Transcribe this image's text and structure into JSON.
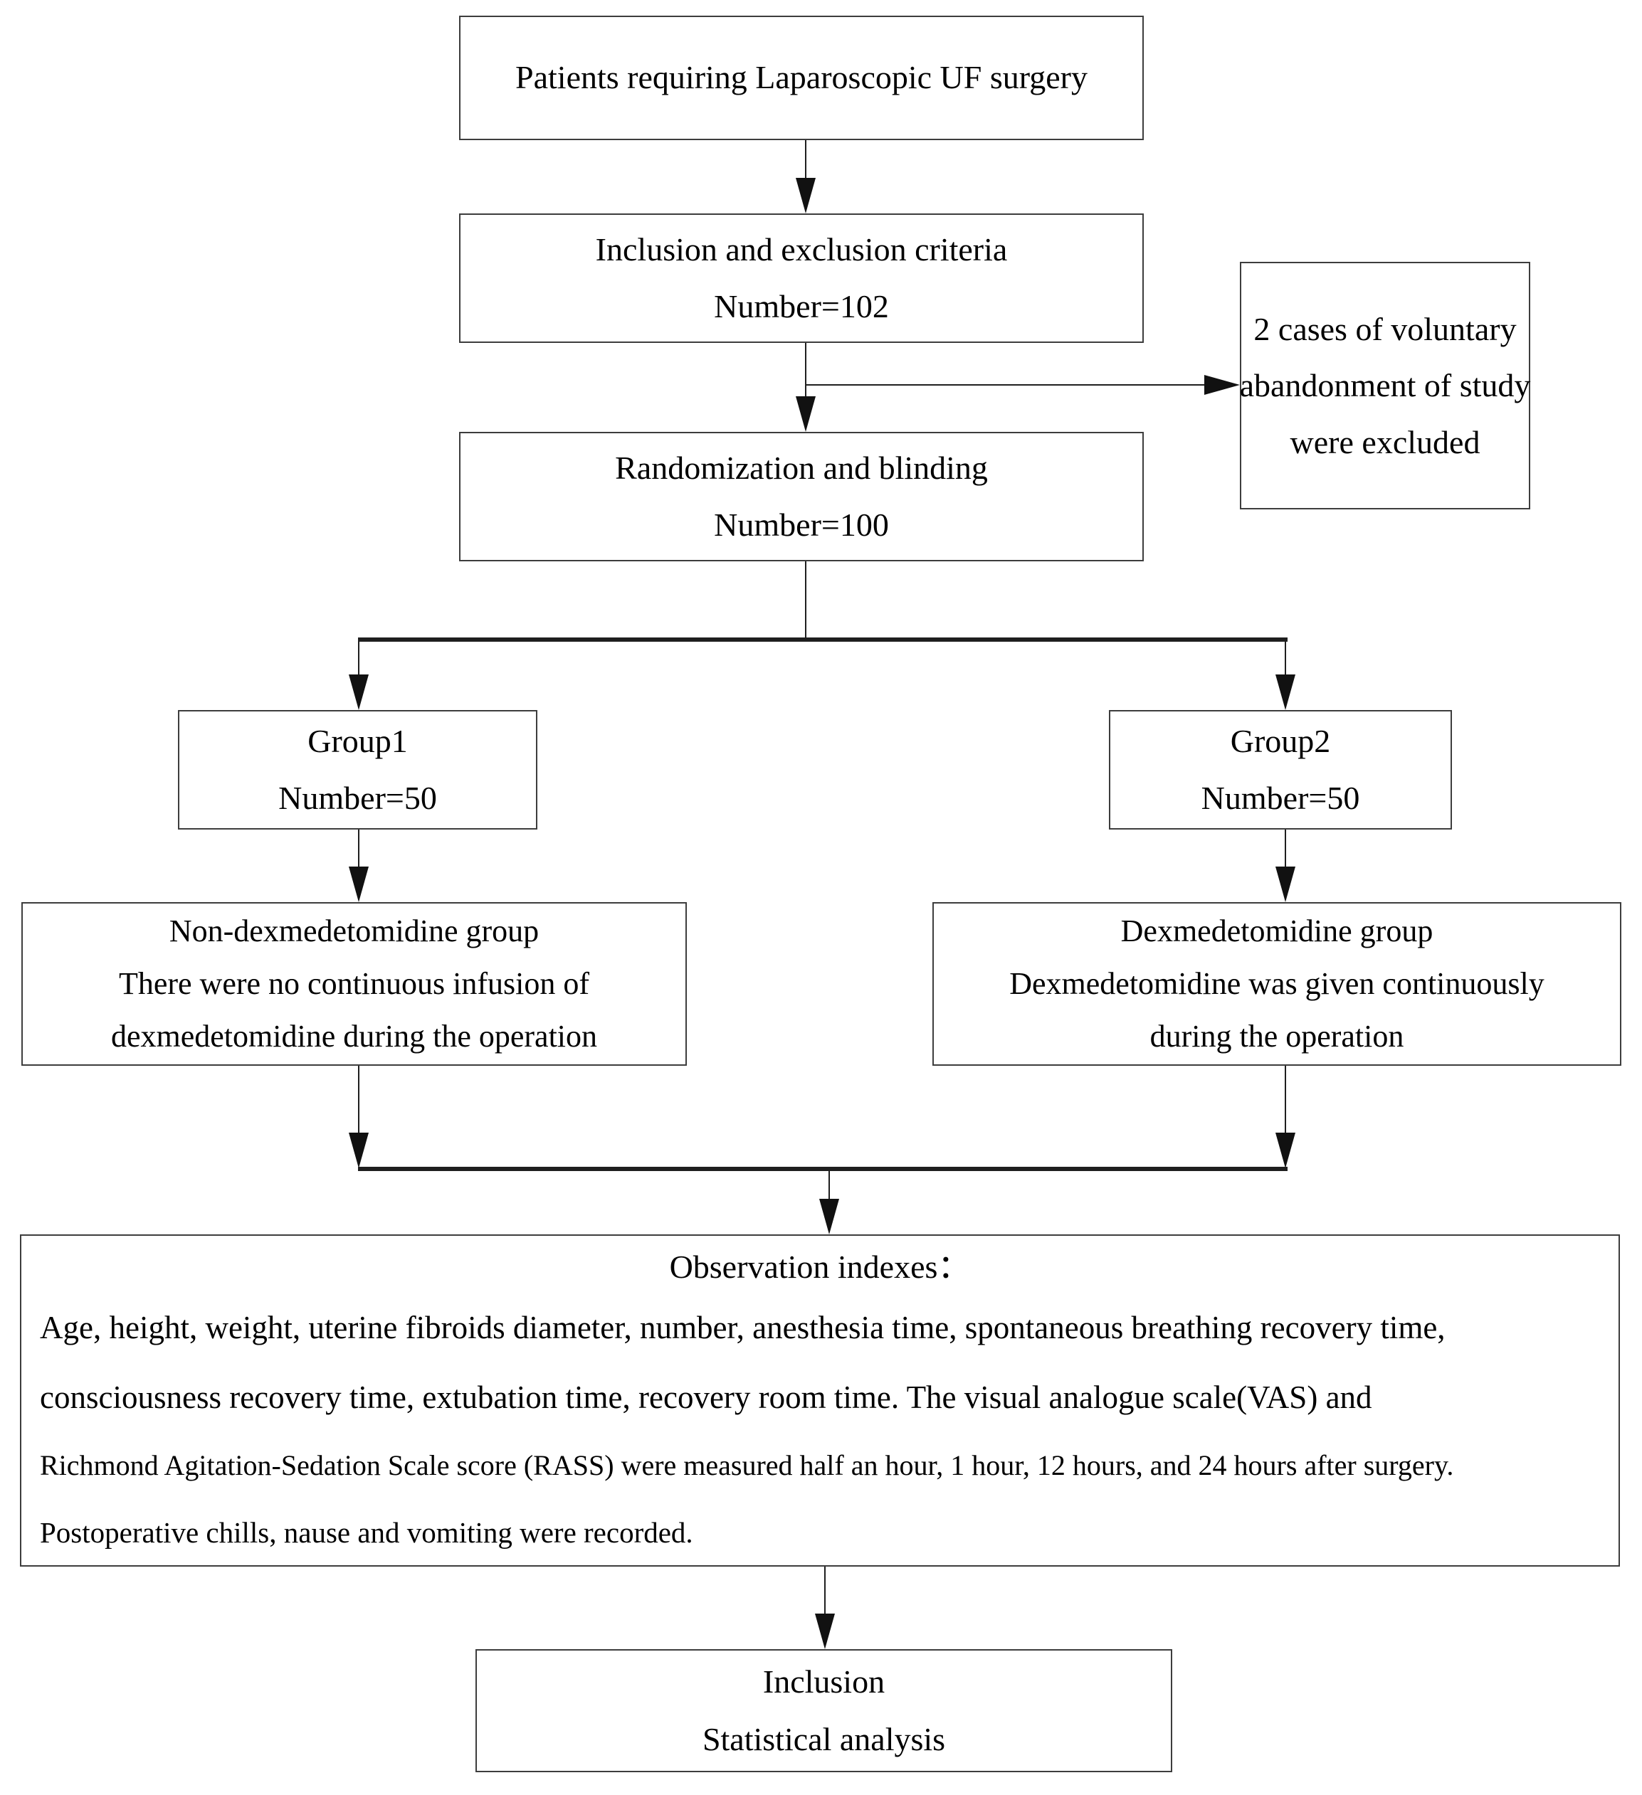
{
  "figure": {
    "type": "flowchart",
    "colors": {
      "ink": "#000000",
      "box_border": "#3d3d3d",
      "connector": "#1f1f1f",
      "background": "#ffffff"
    },
    "boxes": {
      "patients": {
        "line1": "Patients requiring Laparoscopic UF surgery"
      },
      "criteria": {
        "line1": "Inclusion and exclusion criteria",
        "line2": "Number=102"
      },
      "excluded": {
        "line1": "2 cases of voluntary",
        "line2": "abandonment of study",
        "line3": "were excluded"
      },
      "randomization": {
        "line1": "Randomization and blinding",
        "line2": "Number=100"
      },
      "group1": {
        "line1": "Group1",
        "line2": "Number=50"
      },
      "group2": {
        "line1": "Group2",
        "line2": "Number=50"
      },
      "nondex": {
        "line1": "Non-dexmedetomidine group",
        "line2": "There were no continuous infusion of",
        "line3": "dexmedetomidine during the operation"
      },
      "dex": {
        "line1": "Dexmedetomidine group",
        "line2": "Dexmedetomidine was given continuously",
        "line3": "during the operation"
      },
      "observation": {
        "title": "Observation indexes：",
        "line1": "Age, height, weight, uterine fibroids diameter, number, anesthesia time, spontaneous breathing recovery time,",
        "line2": "consciousness recovery time, extubation time, recovery room time. The visual analogue scale(VAS) and",
        "line3": "Richmond Agitation-Sedation Scale score (RASS) were measured half an hour, 1 hour, 12 hours, and 24 hours after surgery.",
        "line4": "Postoperative chills, nause and vomiting were recorded."
      },
      "final": {
        "line1": "Inclusion",
        "line2": "Statistical analysis"
      }
    }
  }
}
